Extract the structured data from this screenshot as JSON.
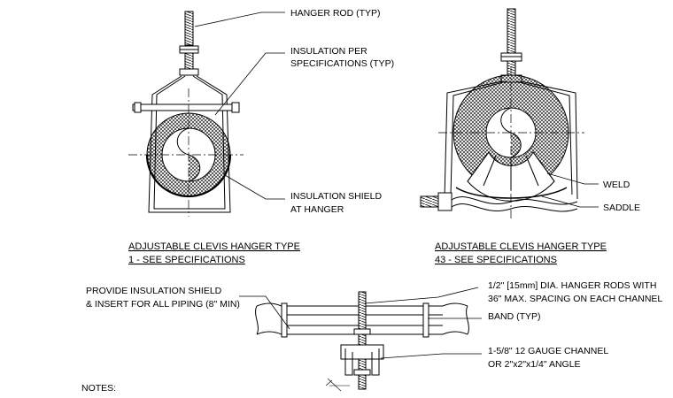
{
  "detail_1": {
    "title_line1": "ADJUSTABLE CLEVIS HANGER TYPE",
    "title_line2": "1 - SEE SPECIFICATIONS",
    "labels": {
      "hanger_rod": "HANGER ROD (TYP)",
      "insulation_line1": "INSULATION PER",
      "insulation_line2": "SPECIFICATIONS (TYP)",
      "shield_line1": "INSULATION SHIELD",
      "shield_line2": "AT HANGER"
    }
  },
  "detail_43": {
    "title_line1": "ADJUSTABLE CLEVIS HANGER TYPE",
    "title_line2": "43 - SEE SPECIFICATIONS",
    "labels": {
      "weld": "WELD",
      "saddle": "SADDLE"
    }
  },
  "trapeze": {
    "labels": {
      "shield_line1": "PROVIDE INSULATION SHIELD",
      "shield_line2": "& INSERT FOR ALL PIPING (8\" MIN)",
      "rods_line1": "1/2\" [15mm] DIA. HANGER RODS WITH",
      "rods_line2": "36\" MAX. SPACING ON EACH CHANNEL",
      "band": "BAND (TYP)",
      "channel_line1": "1-5/8\" 12 GAUGE CHANNEL",
      "channel_line2": "OR 2\"x2\"x1/4\" ANGLE"
    }
  },
  "notes": {
    "heading": "NOTES:"
  }
}
